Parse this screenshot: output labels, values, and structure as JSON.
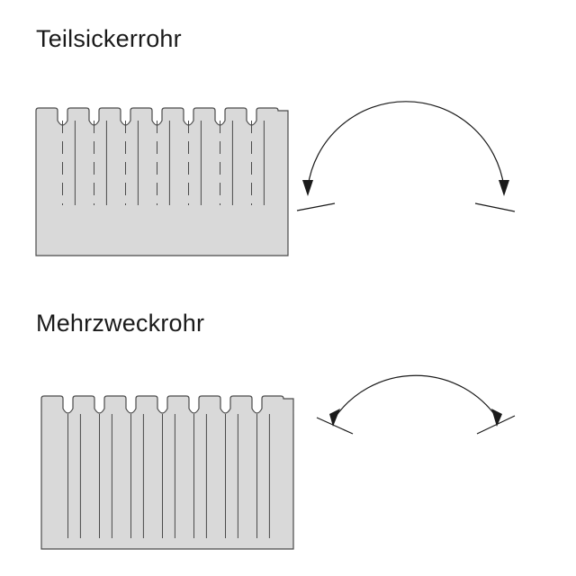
{
  "diagram": {
    "sections": [
      {
        "id": "teilsickerrohr",
        "title": "Teilsickerrohr",
        "perforation": "partial",
        "slot_style": "dashed"
      },
      {
        "id": "mehrzweckrohr",
        "title": "Mehrzweckrohr",
        "perforation": "multi",
        "slot_style": "solid"
      }
    ],
    "colors": {
      "pipe_fill": "#d9d9d9",
      "pipe_stroke": "#4a4a4a",
      "line": "#1a1a1a",
      "background": "#ffffff"
    },
    "icons": [
      "pipe-side-view",
      "pipe-cross-section",
      "arc-arrow"
    ]
  }
}
